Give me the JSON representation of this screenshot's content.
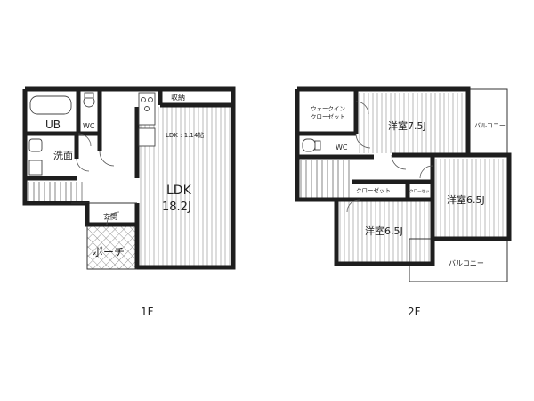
{
  "floor1": {
    "label": "1F",
    "rooms": {
      "ub": "UB",
      "wc": "WC",
      "washroom": "洗面",
      "storage": "収納",
      "ldk_note": "LDK : 1.14帖",
      "ldk_name": "LDK",
      "ldk_size": "18.2J",
      "entrance": "玄関",
      "porch": "ポーチ"
    }
  },
  "floor2": {
    "label": "2F",
    "rooms": {
      "walk_in_closet_1": "ウォークイン",
      "walk_in_closet_2": "クローゼット",
      "wc": "WC",
      "closet": "クローゼット",
      "small_closet": "クローゼット",
      "western1": "洋室7.5J",
      "western2": "洋室6.5J",
      "western3": "洋室6.5J",
      "balcony1": "バルコニー",
      "balcony2": "バルコニー"
    }
  }
}
